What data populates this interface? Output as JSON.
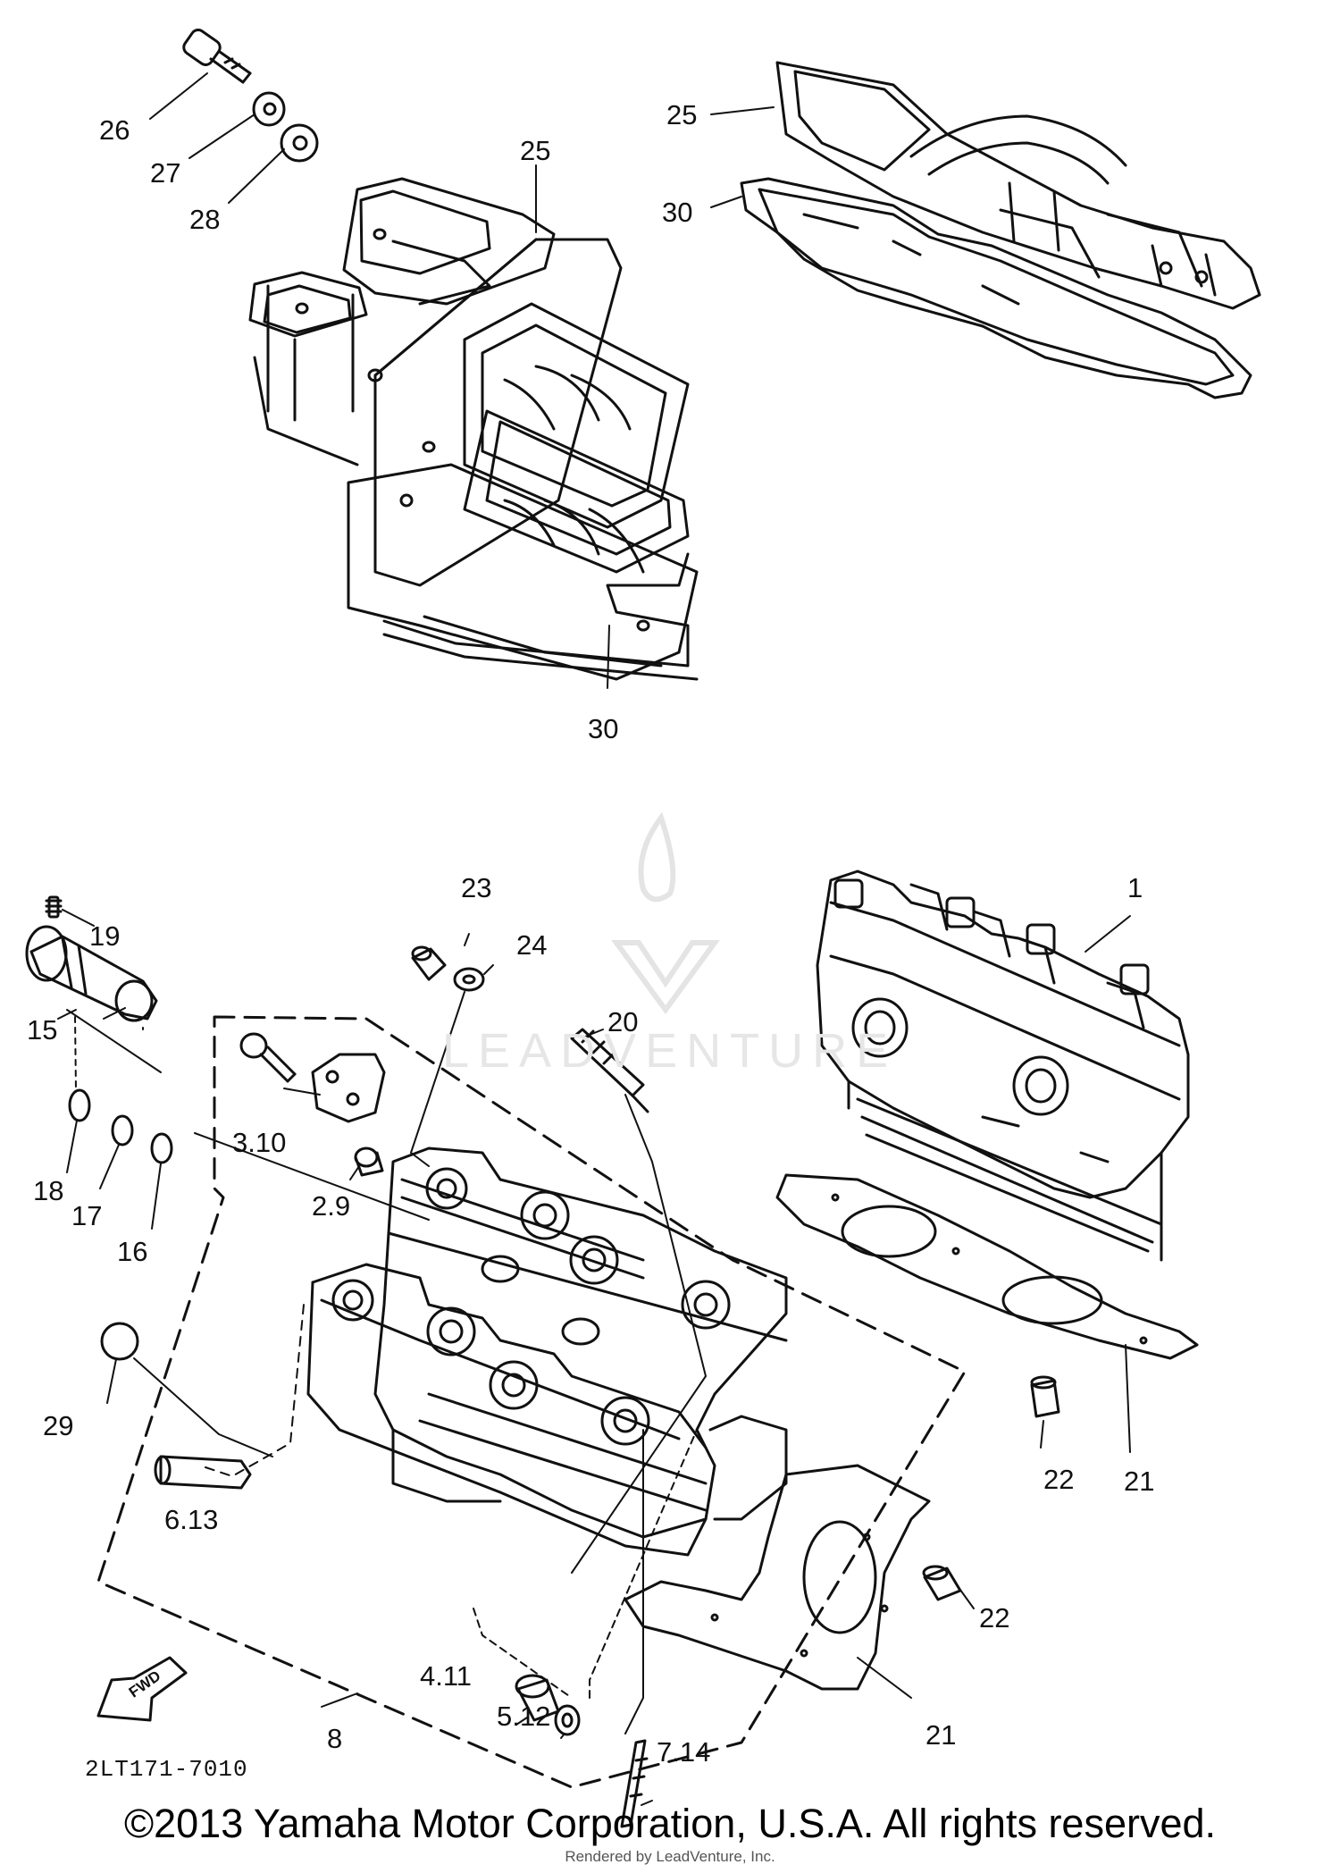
{
  "diagram": {
    "diagram_code": "2LT171-7010",
    "copyright": "©2013 Yamaha Motor Corporation, U.S.A. All rights reserved.",
    "rendered_by": "Rendered by LeadVenture, Inc.",
    "watermark_text": "LEADVENTURE",
    "fwd_label": "FWD",
    "labels": {
      "l26": "26",
      "l27": "27",
      "l28": "28",
      "l25a": "25",
      "l25b": "25",
      "l30a": "30",
      "l30b": "30",
      "l23": "23",
      "l24": "24",
      "l1": "1",
      "l19": "19",
      "l15": "15",
      "l20": "20",
      "l310": "3.10",
      "l18": "18",
      "l17": "17",
      "l16": "16",
      "l29": "29",
      "l29b": "2.9",
      "l22a": "22",
      "l22b": "22",
      "l21a": "21",
      "l21b": "21",
      "l613": "6.13",
      "l411": "4.11",
      "l512": "5.12",
      "l8": "8",
      "l714": "7.14"
    }
  }
}
